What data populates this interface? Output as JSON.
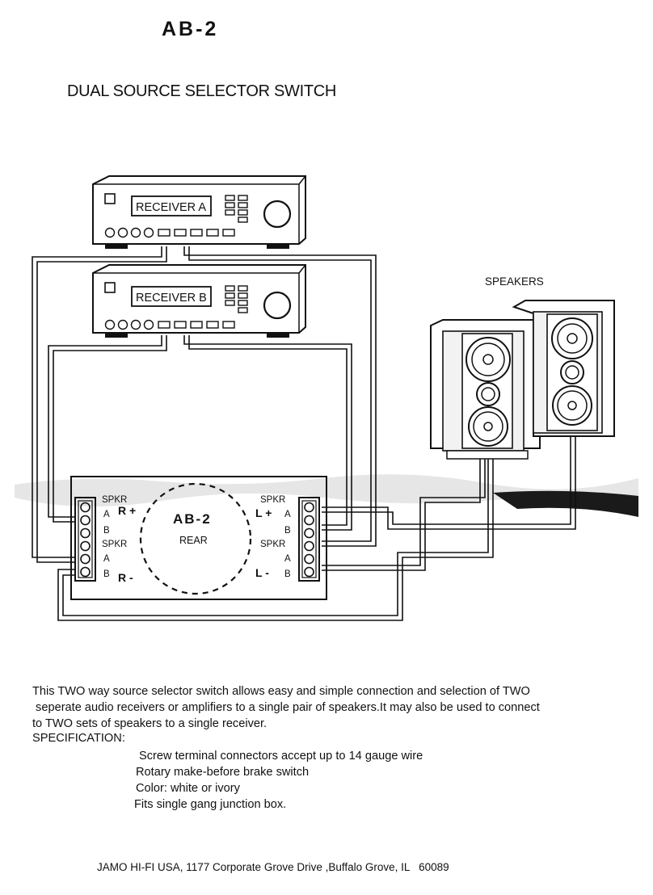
{
  "header": {
    "title": "AB-2",
    "subtitle": "DUAL SOURCE SELECTOR SWITCH"
  },
  "diagram": {
    "receiver_a_label": "RECEIVER A",
    "receiver_b_label": "RECEIVER B",
    "speakers_label": "SPEAKERS",
    "switch_model": "AB-2",
    "switch_side": "REAR",
    "terminal_labels": {
      "spkr": "SPKR",
      "a": "A",
      "b": "B",
      "r_plus": "R +",
      "r_minus": "R -",
      "l_plus": "L +",
      "l_minus": "L -"
    }
  },
  "description": {
    "line1": "This TWO way source selector switch allows easy and simple connection and selection of TWO",
    "line2": " seperate audio receivers or amplifiers to a single pair of speakers.It may also be used to connect",
    "line3": "to TWO sets of speakers to a single receiver."
  },
  "specification": {
    "title": "SPECIFICATION:",
    "items": [
      "Screw terminal connectors accept up to 14 gauge wire",
      "Rotary make-before brake switch",
      "Color: white or ivory",
      "Fits single gang junction box."
    ]
  },
  "footer": {
    "address": "JAMO HI-FI USA, 1177 Corporate Grove Drive ,Buffalo Grove, IL   60089"
  }
}
